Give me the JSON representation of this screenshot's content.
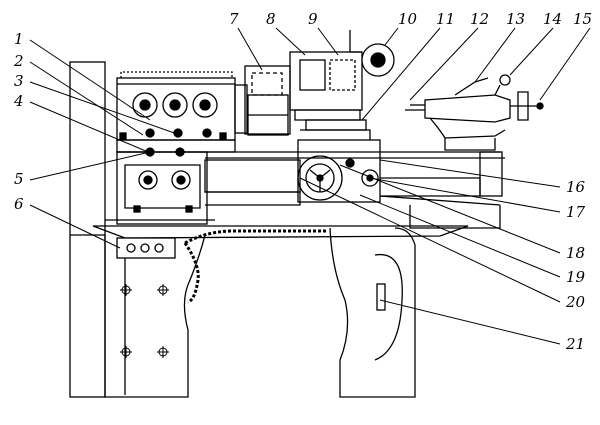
{
  "labels": [
    "1",
    "2",
    "3",
    "4",
    "5",
    "6",
    "7",
    "8",
    "9",
    "10",
    "11",
    "12",
    "13",
    "14",
    "15",
    "16",
    "17",
    "18",
    "19",
    "20",
    "21"
  ],
  "colors": {
    "ink": "#000000",
    "paper": "#ffffff"
  }
}
